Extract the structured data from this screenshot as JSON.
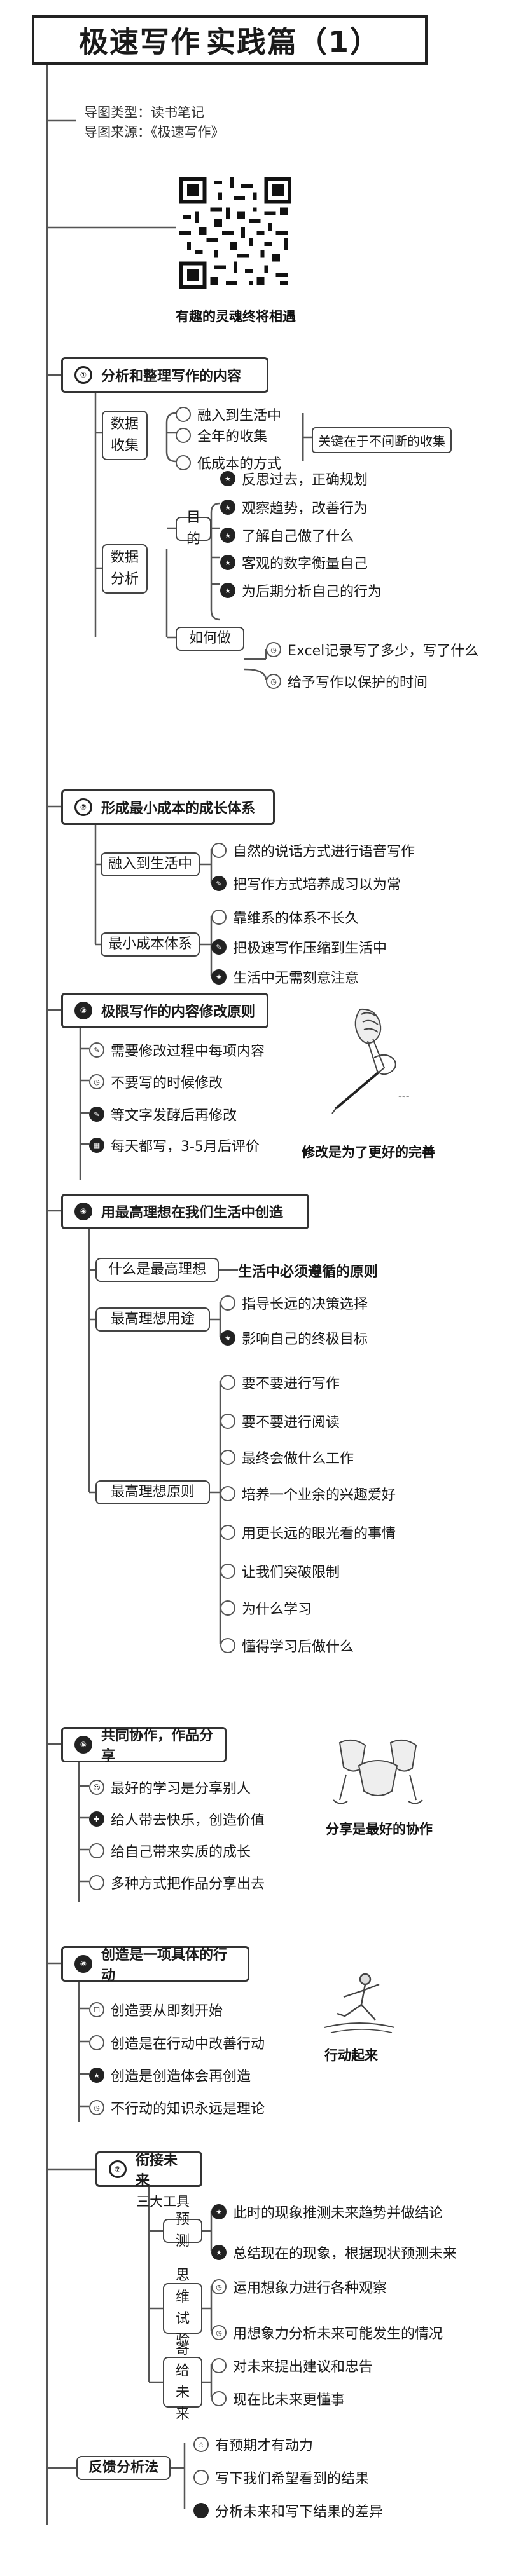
{
  "title": {
    "part1": "极速写作",
    "part2": "实践篇（1）"
  },
  "meta": {
    "type_label": "导图类型：读书笔记",
    "source_label": "导图来源：《极速写作》"
  },
  "qr_caption": "有趣的灵魂终将相遇",
  "s1": {
    "title": "分析和整理写作的内容",
    "collect": {
      "label": "数据收集",
      "items": [
        "融入到生活中",
        "全年的收集",
        "低成本的方式"
      ],
      "note": "关键在于不间断的收集"
    },
    "analyze": {
      "label": "数据分析",
      "purpose": {
        "label": "目的",
        "items": [
          "反思过去，正确规划",
          "观察趋势，改善行为",
          "了解自己做了什么",
          "客观的数字衡量自己",
          "为后期分析自己的行为"
        ]
      },
      "how": {
        "label": "如何做",
        "items": [
          "Excel记录写了多少，写了什么",
          "给予写作以保护的时间"
        ]
      }
    }
  },
  "s2": {
    "title": "形成最小成本的成长体系",
    "life": {
      "label": "融入到生活中",
      "items": [
        "自然的说话方式进行语音写作",
        "把写作方式培养成习以为常"
      ]
    },
    "min": {
      "label": "最小成本体系",
      "items": [
        "靠维系的体系不长久",
        "把极速写作压缩到生活中",
        "生活中无需刻意注意"
      ]
    }
  },
  "s3": {
    "title": "极限写作的内容修改原则",
    "items": [
      "需要修改过程中每项内容",
      "不要写的时候修改",
      "等文字发酵后再修改",
      "每天都写，3-5月后评价"
    ],
    "caption": "修改是为了更好的完善"
  },
  "s4": {
    "title": "用最高理想在我们生活中创造",
    "what": {
      "label": "什么是最高理想",
      "answer": "生活中必须遵循的原则"
    },
    "use": {
      "label": "最高理想用途",
      "items": [
        "指导长远的决策选择",
        "影响自己的终极目标"
      ]
    },
    "principle": {
      "label": "最高理想原则",
      "items": [
        "要不要进行写作",
        "要不要进行阅读",
        "最终会做什么工作",
        "培养一个业余的兴趣爱好",
        "用更长远的眼光看的事情",
        "让我们突破限制",
        "为什么学习",
        "懂得学习后做什么"
      ]
    }
  },
  "s5": {
    "title": "共同协作，作品分享",
    "items": [
      "最好的学习是分享别人",
      "给人带去快乐，创造价值",
      "给自己带来实质的成长",
      "多种方式把作品分享出去"
    ],
    "caption": "分享是最好的协作"
  },
  "s6": {
    "title": "创造是一项具体的行动",
    "items": [
      "创造要从即刻开始",
      "创造是在行动中改善行动",
      "创造是创造体会再创造",
      "不行动的知识永远是理论"
    ],
    "caption": "行动起来"
  },
  "s7": {
    "title": "衔接未来",
    "tools_label": "三大工具",
    "predict": {
      "label": "预测",
      "items": [
        "此时的现象推测未来趋势并做结论",
        "总结现在的现象，根据现状预测未来"
      ]
    },
    "thought": {
      "label": "思维试验",
      "items": [
        "运用想象力进行各种观察",
        "用想象力分析未来可能发生的情况"
      ]
    },
    "letter": {
      "label": "寄给未来",
      "items": [
        "对未来提出建议和忠告",
        "现在比未来更懂事"
      ]
    }
  },
  "s8": {
    "label": "反馈分析法",
    "items": [
      "有预期才有动力",
      "写下我们希望看到的结果",
      "分析未来和写下结果的差异"
    ]
  }
}
